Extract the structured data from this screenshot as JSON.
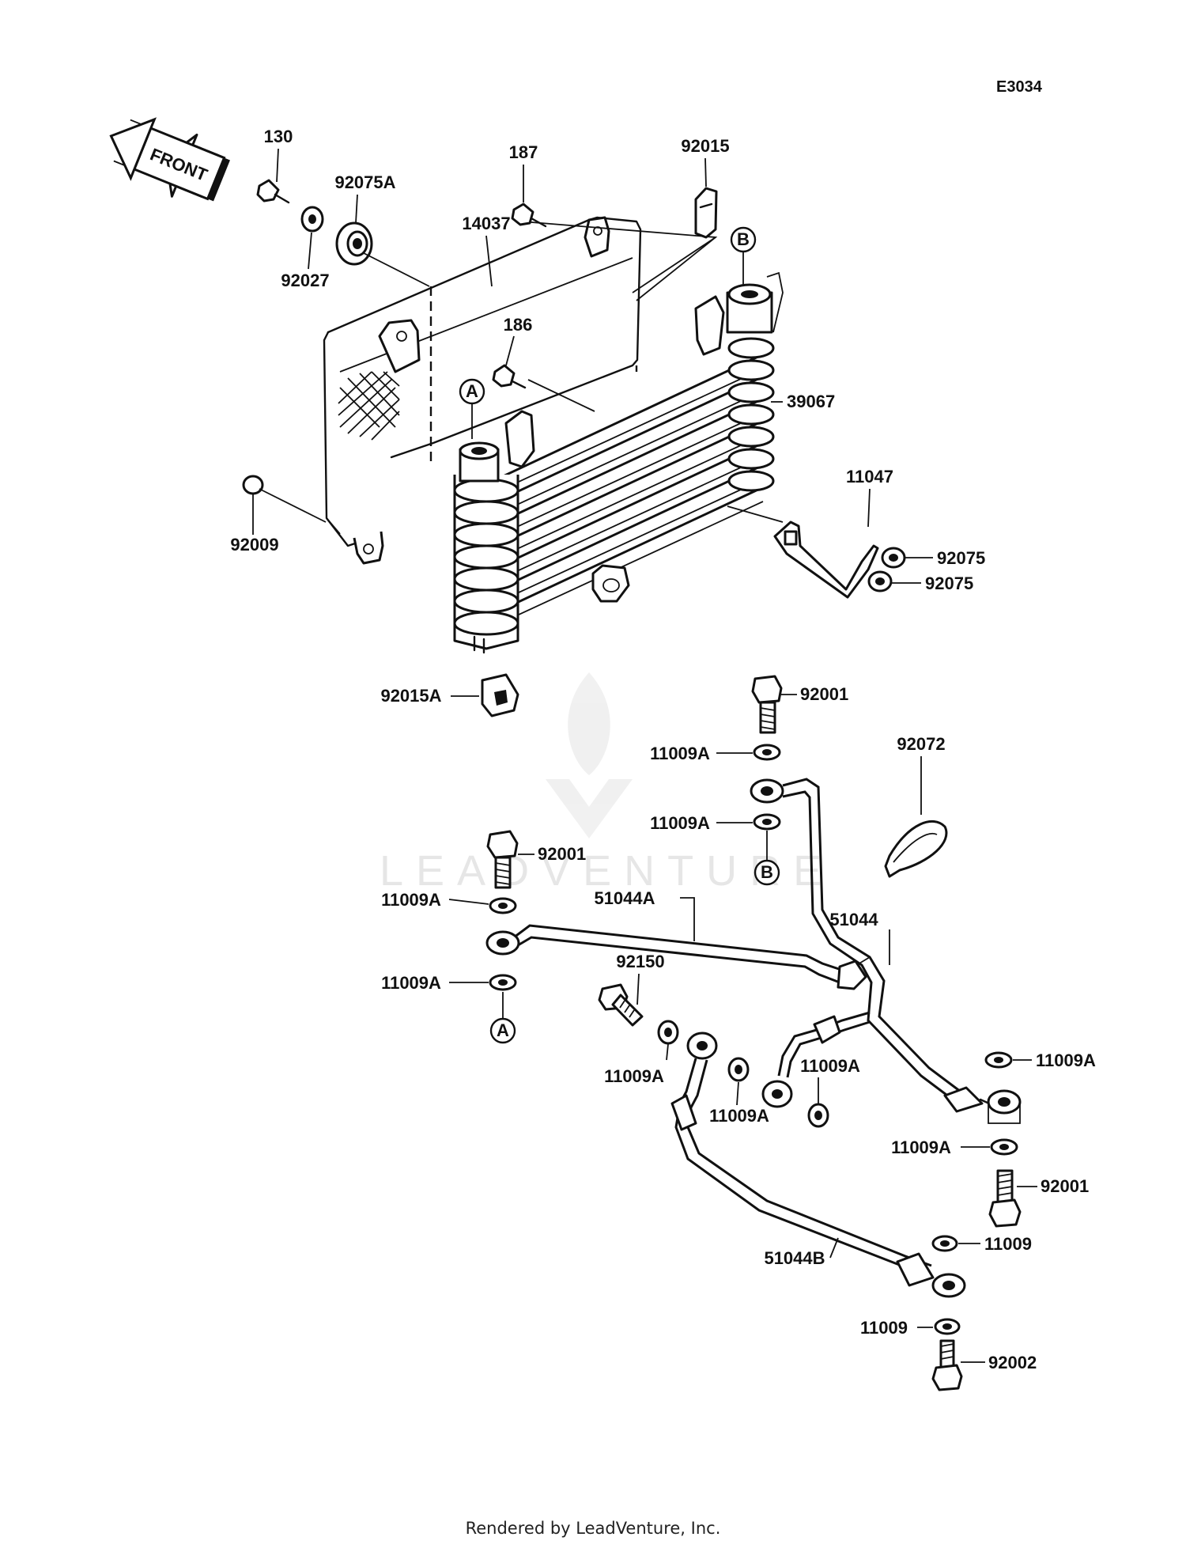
{
  "diagram_id": "E3034",
  "front_label": "FRONT",
  "watermark": "LEADVENTURE",
  "footer": "Rendered by LeadVenture, Inc.",
  "callouts": {
    "a_top": "A",
    "b_top": "B",
    "b_bottom": "B",
    "a_bottom": "A"
  },
  "parts": {
    "p130": "130",
    "p92075a": "92075A",
    "p92027": "92027",
    "p14037": "14037",
    "p187": "187",
    "p92015": "92015",
    "p186": "186",
    "p39067": "39067",
    "p11047": "11047",
    "p92075_1": "92075",
    "p92075_2": "92075",
    "p92009": "92009",
    "p92015a": "92015A",
    "p92001_top": "92001",
    "p11009a_1": "11009A",
    "p92072": "92072",
    "p11009a_2": "11009A",
    "p92001_mid": "92001",
    "p11009a_3": "11009A",
    "p51044a": "51044A",
    "p51044": "51044",
    "p11009a_4": "11009A",
    "p92150": "92150",
    "p11009a_5": "11009A",
    "p11009a_6": "11009A",
    "p11009a_7": "11009A",
    "p11009a_8": "11009A",
    "p11009a_9": "11009A",
    "p92001_right": "92001",
    "p51044b": "51044B",
    "p11009_1": "11009",
    "p11009_2": "11009",
    "p92002": "92002"
  }
}
